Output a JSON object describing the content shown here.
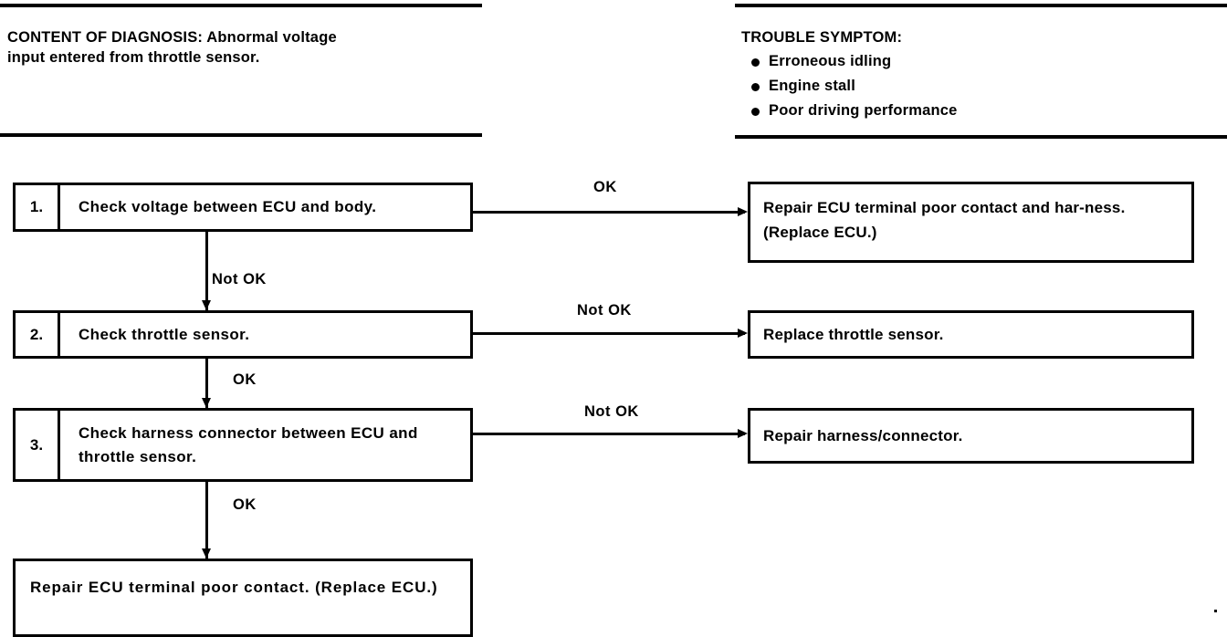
{
  "header": {
    "left": {
      "title": "CONTENT OF DIAGNOSIS: Abnormal voltage\ninput entered from throttle sensor."
    },
    "right": {
      "title": "TROUBLE SYMPTOM:",
      "symptoms": [
        "Erroneous idling",
        "Engine stall",
        "Poor driving performance"
      ]
    }
  },
  "flow": {
    "steps": [
      {
        "number": "1.",
        "text": "Check voltage between ECU and body."
      },
      {
        "number": "2.",
        "text": "Check throttle sensor."
      },
      {
        "number": "3.",
        "text": "Check harness connector between ECU and throttle sensor."
      }
    ],
    "results": [
      {
        "text": "Repair ECU terminal poor contact and har-ness. (Replace ECU.)"
      },
      {
        "text": "Replace throttle sensor."
      },
      {
        "text": "Repair harness/connector."
      }
    ],
    "end": {
      "text": "Repair ECU terminal poor contact. (Replace ECU.)"
    },
    "branch_labels": {
      "step1_right": "OK",
      "step1_down": "Not OK",
      "step2_right": "Not OK",
      "step2_down": "OK",
      "step3_right": "Not OK",
      "step3_down": "OK"
    }
  },
  "colors": {
    "ink": "#000000",
    "paper": "#ffffff"
  }
}
